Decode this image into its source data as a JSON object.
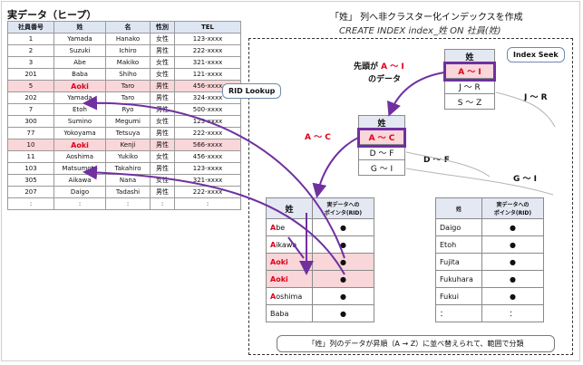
{
  "heap": {
    "title": "実データ（ヒープ）",
    "headers": [
      "社員番号",
      "姓",
      "名",
      "性別",
      "TEL"
    ],
    "rows": [
      [
        "1",
        "Yamada",
        "Hanako",
        "女性",
        "123-xxxx"
      ],
      [
        "2",
        "Suzuki",
        "Ichiro",
        "男性",
        "222-xxxx"
      ],
      [
        "3",
        "Abe",
        "Makiko",
        "女性",
        "321-xxxx"
      ],
      [
        "201",
        "Baba",
        "Shiho",
        "女性",
        "121-xxxx"
      ],
      [
        "5",
        "Aoki",
        "Taro",
        "男性",
        "456-xxxx"
      ],
      [
        "202",
        "Yamada",
        "Taro",
        "男性",
        "324-xxxx"
      ],
      [
        "7",
        "Etoh",
        "Ryo",
        "男性",
        "500-xxxx"
      ],
      [
        "300",
        "Sumino",
        "Megumi",
        "女性",
        "123-xxxx"
      ],
      [
        "77",
        "Yokoyama",
        "Tetsuya",
        "男性",
        "222-xxxx"
      ],
      [
        "10",
        "Aoki",
        "Kenji",
        "男性",
        "566-xxxx"
      ],
      [
        "11",
        "Aoshima",
        "Yukiko",
        "女性",
        "456-xxxx"
      ],
      [
        "103",
        "Matsumoto",
        "Takahiro",
        "男性",
        "123-xxxx"
      ],
      [
        "305",
        "Aikawa",
        "Nana",
        "女性",
        "321-xxxx"
      ],
      [
        "207",
        "Daigo",
        "Tadashi",
        "男性",
        "222-xxxx"
      ],
      [
        ":",
        ":",
        ":",
        ":",
        ":"
      ]
    ]
  },
  "title_line1": "「姓」 列へ非クラスター化インデックスを作成",
  "title_line2": "CREATE INDEX index_姓 ON 社員(姓)",
  "root": {
    "header": "姓",
    "entries": [
      "A ～ I",
      "J ～ R",
      "S ～ Z"
    ]
  },
  "mid": {
    "header": "姓",
    "entries": [
      "A ～ C",
      "D ～ F",
      "G ～ I"
    ]
  },
  "leaf1": {
    "headers": [
      "姓",
      "実データへの\nポインタ(RID)"
    ],
    "rows": [
      [
        "Abe",
        "●"
      ],
      [
        "Aikawa",
        "●"
      ],
      [
        "Aoki",
        "●"
      ],
      [
        "Aoki",
        "●"
      ],
      [
        "Aoshima",
        "●"
      ],
      [
        "Baba",
        "●"
      ]
    ]
  },
  "leaf2": {
    "headers": [
      "姓",
      "実データへの\nポインタ(RID)"
    ],
    "rows": [
      [
        "Daigo",
        "●"
      ],
      [
        "Etoh",
        "●"
      ],
      [
        "Fujita",
        "●"
      ],
      [
        "Fukuhara",
        "●"
      ],
      [
        "Fukui",
        "●"
      ],
      [
        "：",
        "："
      ]
    ]
  },
  "labels": {
    "index_seek": "Index Seek",
    "rid_lookup": "RID Lookup",
    "first_char": "先頭が",
    "first_char_range": "A ～ I",
    "first_char_tail": "のデータ",
    "ac": "A ～ C",
    "df": "D ～ F",
    "gi": "G ～ I",
    "jr": "J ～ R"
  },
  "note": "「姓」列のデータが昇順（A → Z）に並べ替えられて、範囲で分類",
  "colors": {
    "accent": "#7030a0",
    "highlight": "#f8d6d9",
    "red": "#e0001b"
  }
}
